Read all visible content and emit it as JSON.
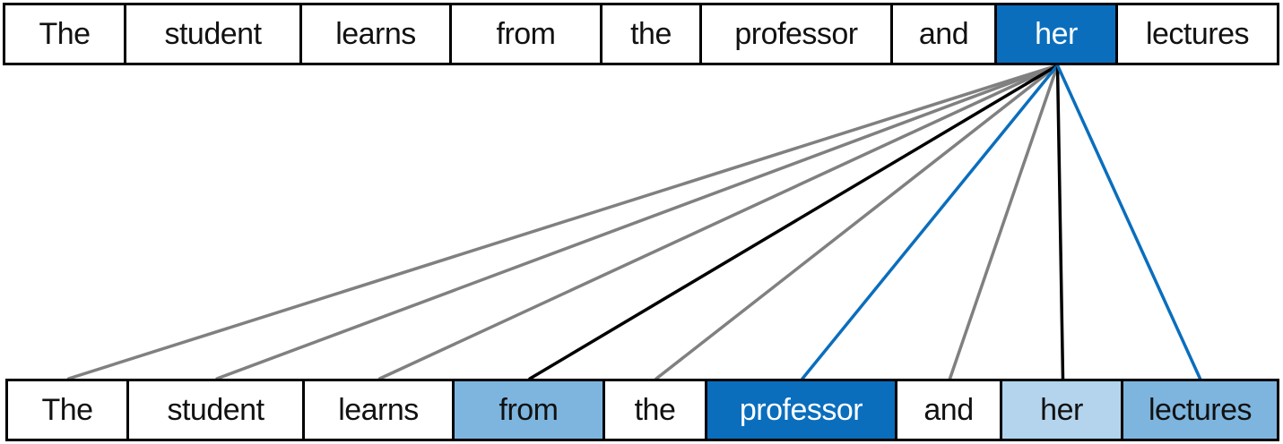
{
  "colors": {
    "query_highlight": "#0a6ebd",
    "strong_attention": "#0a6ebd",
    "medium_attention": "#7db5de",
    "light_attention": "#b3d4ec",
    "no_attention": "#ffffff",
    "link_grey": "#808080",
    "link_black": "#000000",
    "link_blue": "#0a6ebd"
  },
  "query_row": {
    "tokens": [
      {
        "text": "The",
        "bg": "#ffffff",
        "fg": "#111111"
      },
      {
        "text": "student",
        "bg": "#ffffff",
        "fg": "#111111"
      },
      {
        "text": "learns",
        "bg": "#ffffff",
        "fg": "#111111"
      },
      {
        "text": "from",
        "bg": "#ffffff",
        "fg": "#111111"
      },
      {
        "text": "the",
        "bg": "#ffffff",
        "fg": "#111111"
      },
      {
        "text": "professor",
        "bg": "#ffffff",
        "fg": "#111111"
      },
      {
        "text": "and",
        "bg": "#ffffff",
        "fg": "#111111"
      },
      {
        "text": "her",
        "bg": "#0a6ebd",
        "fg": "#ffffff"
      },
      {
        "text": "lectures",
        "bg": "#ffffff",
        "fg": "#111111"
      }
    ]
  },
  "key_row": {
    "tokens": [
      {
        "text": "The",
        "bg": "#ffffff",
        "fg": "#111111"
      },
      {
        "text": "student",
        "bg": "#ffffff",
        "fg": "#111111"
      },
      {
        "text": "learns",
        "bg": "#ffffff",
        "fg": "#111111"
      },
      {
        "text": "from",
        "bg": "#7db5de",
        "fg": "#111111"
      },
      {
        "text": "the",
        "bg": "#ffffff",
        "fg": "#111111"
      },
      {
        "text": "professor",
        "bg": "#0a6ebd",
        "fg": "#ffffff"
      },
      {
        "text": "and",
        "bg": "#ffffff",
        "fg": "#111111"
      },
      {
        "text": "her",
        "bg": "#b3d4ec",
        "fg": "#111111"
      },
      {
        "text": "lectures",
        "bg": "#7db5de",
        "fg": "#111111"
      }
    ]
  },
  "links": [
    {
      "from": 7,
      "to": 0,
      "color": "#808080"
    },
    {
      "from": 7,
      "to": 1,
      "color": "#808080"
    },
    {
      "from": 7,
      "to": 2,
      "color": "#808080"
    },
    {
      "from": 7,
      "to": 3,
      "color": "#000000"
    },
    {
      "from": 7,
      "to": 4,
      "color": "#808080"
    },
    {
      "from": 7,
      "to": 5,
      "color": "#0a6ebd"
    },
    {
      "from": 7,
      "to": 6,
      "color": "#808080"
    },
    {
      "from": 7,
      "to": 7,
      "color": "#000000"
    },
    {
      "from": 7,
      "to": 8,
      "color": "#0a6ebd"
    }
  ]
}
